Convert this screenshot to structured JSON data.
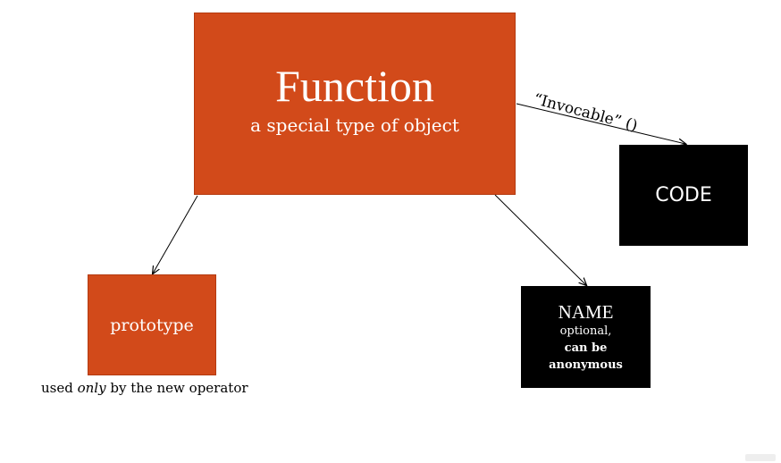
{
  "function_node": {
    "title": "Function",
    "subtitle": "a special type of object"
  },
  "code_node": {
    "label": "CODE"
  },
  "prototype_node": {
    "label": "prototype",
    "caption_before": "used ",
    "caption_emphasis": "only",
    "caption_after": " by the new operator"
  },
  "name_node": {
    "label": "NAME",
    "optional": "optional,",
    "anonymous": "can be\nanonymous"
  },
  "edges": {
    "invocable_label": "“Invocable”  ()"
  },
  "colors": {
    "orange_box": "#d24a1a",
    "black_box": "#000000",
    "arrow": "#000000"
  }
}
